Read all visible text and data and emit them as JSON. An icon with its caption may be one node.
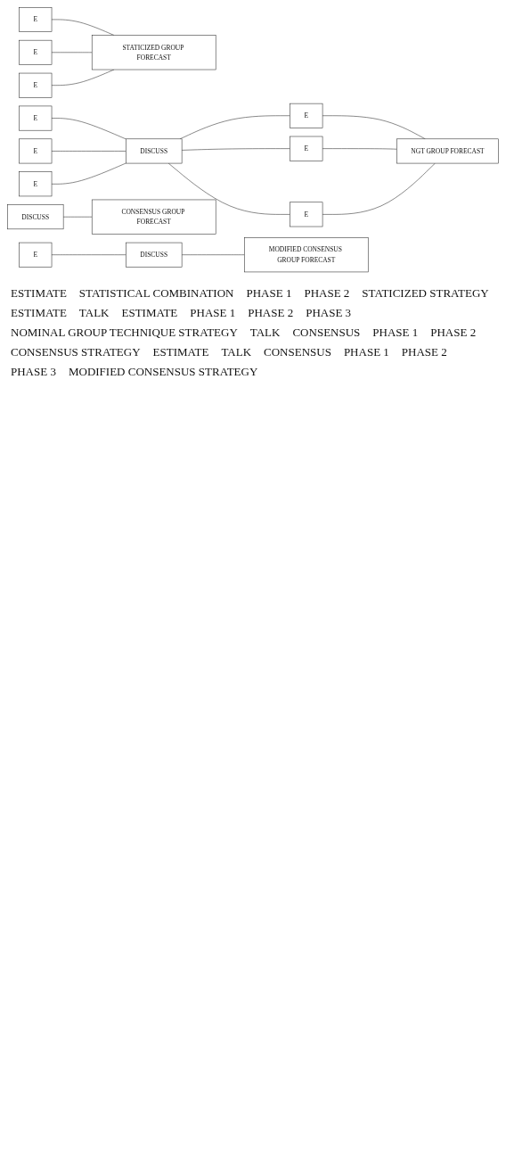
{
  "diagram": {
    "nodes": [
      {
        "text": [
          "E"
        ]
      },
      {
        "text": [
          "E"
        ]
      },
      {
        "text": [
          "E"
        ]
      },
      {
        "text": [
          "STATICIZED GROUP FORECAST"
        ]
      },
      {
        "text": [
          "E"
        ]
      },
      {
        "text": [
          "E"
        ]
      },
      {
        "text": [
          "E"
        ]
      },
      {
        "text": [
          "DISCUSS"
        ]
      },
      {
        "text": [
          "E"
        ]
      },
      {
        "text": [
          "E"
        ]
      },
      {
        "text": [
          "E"
        ]
      },
      {
        "text": [
          "NGT GROUP FORECAST"
        ]
      },
      {
        "text": [
          "DISCUSS"
        ]
      },
      {
        "text": [
          "CONSENSUS GROUP FORECAST"
        ]
      },
      {
        "text": [
          "E"
        ]
      },
      {
        "text": [
          "DISCUSS"
        ]
      },
      {
        "text": [
          "MODIFIED CONSENSUS GROUP FORECAST"
        ]
      }
    ],
    "edges": [
      {
        "from": 0,
        "to": 3,
        "arrow": "none"
      },
      {
        "from": 1,
        "to": 3,
        "arrow": "none"
      },
      {
        "from": 2,
        "to": 3,
        "arrow": "none"
      },
      {
        "from": 4,
        "to": 7,
        "arrow": "none"
      },
      {
        "from": 5,
        "to": 7,
        "arrow": "none"
      },
      {
        "from": 6,
        "to": 7,
        "arrow": "none"
      },
      {
        "from": 7,
        "to": 8,
        "arrow": "none"
      },
      {
        "from": 7,
        "to": 9,
        "arrow": "none"
      },
      {
        "from": 7,
        "to": 10,
        "arrow": "none"
      },
      {
        "from": 8,
        "to": 11,
        "arrow": "none"
      },
      {
        "from": 9,
        "to": 11,
        "arrow": "none"
      },
      {
        "from": 10,
        "to": 11,
        "arrow": "none"
      },
      {
        "from": 12,
        "to": 13,
        "arrow": "none"
      },
      {
        "from": 14,
        "to": 15,
        "arrow": "none"
      },
      {
        "from": 15,
        "to": 16,
        "arrow": "none"
      }
    ],
    "labels": [
      "ESTIMATE",
      "STATISTICAL COMBINATION",
      "PHASE 1",
      "PHASE 2",
      "STATICIZED STRATEGY",
      "ESTIMATE",
      "TALK",
      "ESTIMATE",
      "PHASE 1",
      "PHASE 2",
      "PHASE 3",
      "NOMINAL GROUP TECHNIQUE STRATEGY",
      "TALK",
      "CONSENSUS",
      "PHASE 1",
      "PHASE 2",
      "CONSENSUS STRATEGY",
      "ESTIMATE",
      "TALK",
      "CONSENSUS",
      "PHASE 1",
      "PHASE 2",
      "PHASE 3",
      "MODIFIED CONSENSUS STRATEGY"
    ]
  }
}
